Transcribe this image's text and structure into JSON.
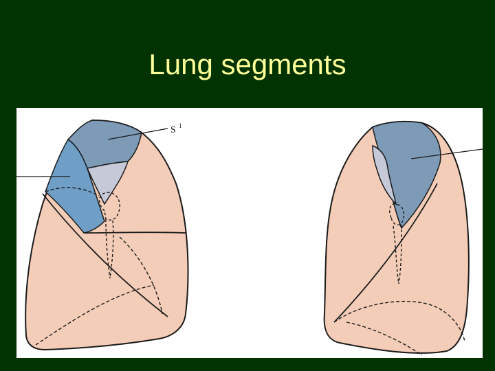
{
  "slide": {
    "title": "Lung segments",
    "background_color": "#003300",
    "title_color": "#ffff99"
  },
  "figure": {
    "label_s1": "S",
    "label_s1_superscript": "1",
    "colors": {
      "lung_fill": "#f3cdb7",
      "segment_blue_dark": "#7d9ab6",
      "segment_blue_light": "#6f9ec6",
      "segment_grey": "#c6cad8",
      "outline": "#1a1a1a"
    }
  }
}
